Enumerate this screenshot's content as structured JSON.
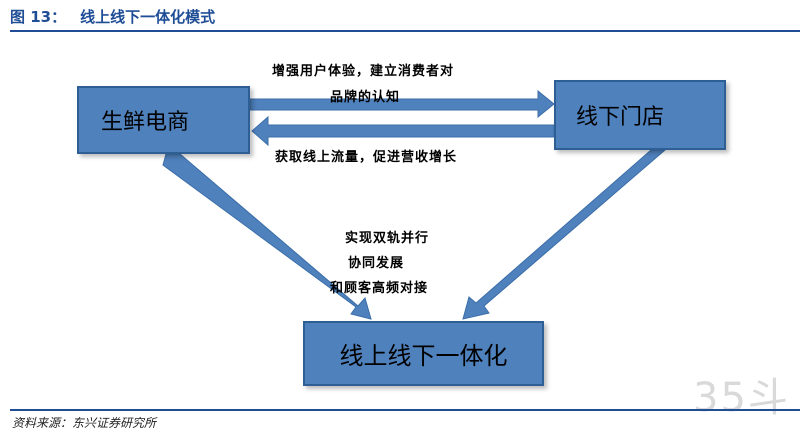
{
  "figure": {
    "number": "图 13：",
    "title": "线上线下一体化模式"
  },
  "nodes": {
    "ecommerce": "生鲜电商",
    "offline_store": "线下门店",
    "integration": "线上线下一体化"
  },
  "edges": {
    "online_to_offline": [
      "增强用户体验，建立消费者对",
      "品牌的认知"
    ],
    "offline_to_online": "获取线上流量，促进营收增长",
    "to_integration": [
      "实现双轨并行",
      "协同发展",
      "和顾客高频对接"
    ]
  },
  "source": "资料来源：东兴证券研究所",
  "watermark": "35斗",
  "colors": {
    "title": "#1f4e96",
    "box_fill": "#4f81bd",
    "box_border": "#2e5f94",
    "arrow_fill": "#4f81bd"
  }
}
